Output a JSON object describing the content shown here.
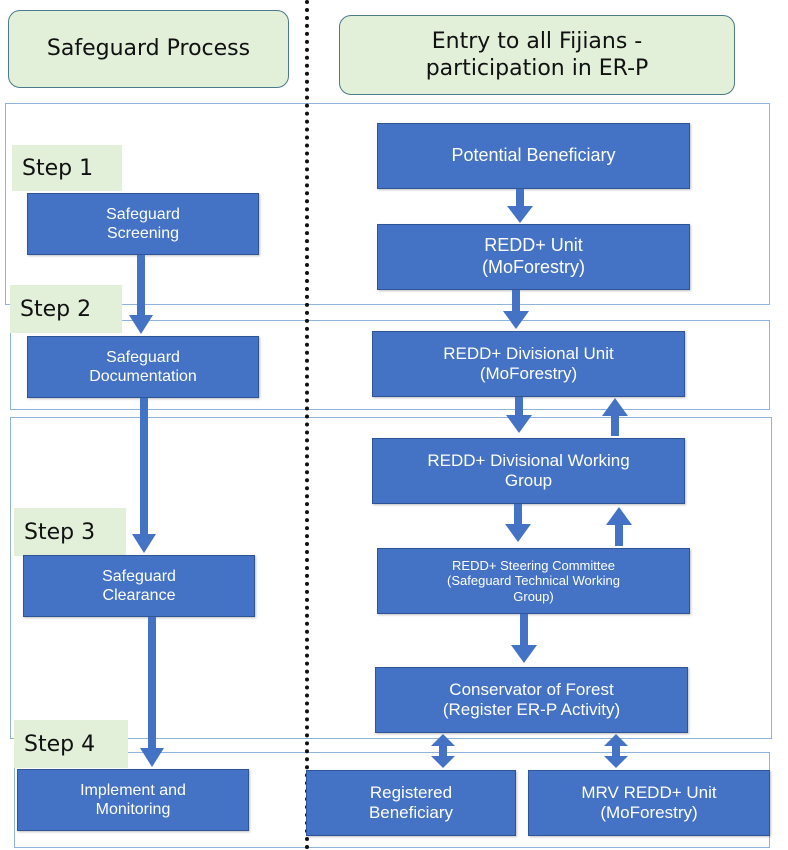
{
  "colors": {
    "box_fill": "#4472c4",
    "header_fill": "#e2efd9",
    "step_fill": "#e2efd9",
    "band_border": "#8fb3d9"
  },
  "headers": {
    "left": "Safeguard Process",
    "right": "Entry to all Fijians -\nparticipation in ER-P"
  },
  "steps": [
    "Step 1",
    "Step 2",
    "Step 3",
    "Step 4"
  ],
  "process": {
    "screening": "Safeguard\nScreening",
    "documentation": "Safeguard\nDocumentation",
    "clearance": "Safeguard\nClearance",
    "implement": "Implement and\nMonitoring"
  },
  "entry": {
    "potential_beneficiary": "Potential Beneficiary",
    "redd_unit": "REDD+ Unit\n(MoForestry)",
    "divisional_unit": "REDD+ Divisional Unit\n(MoForestry)",
    "divisional_working_group": "REDD+ Divisional Working\nGroup",
    "steering_committee": "REDD+ Steering Committee\n(Safeguard Technical Working\nGroup)",
    "conservator": "Conservator of Forest\n(Register ER-P Activity)",
    "registered_beneficiary": "Registered\nBeneficiary",
    "mrv_unit": "MRV REDD+ Unit\n(MoForestry)"
  }
}
